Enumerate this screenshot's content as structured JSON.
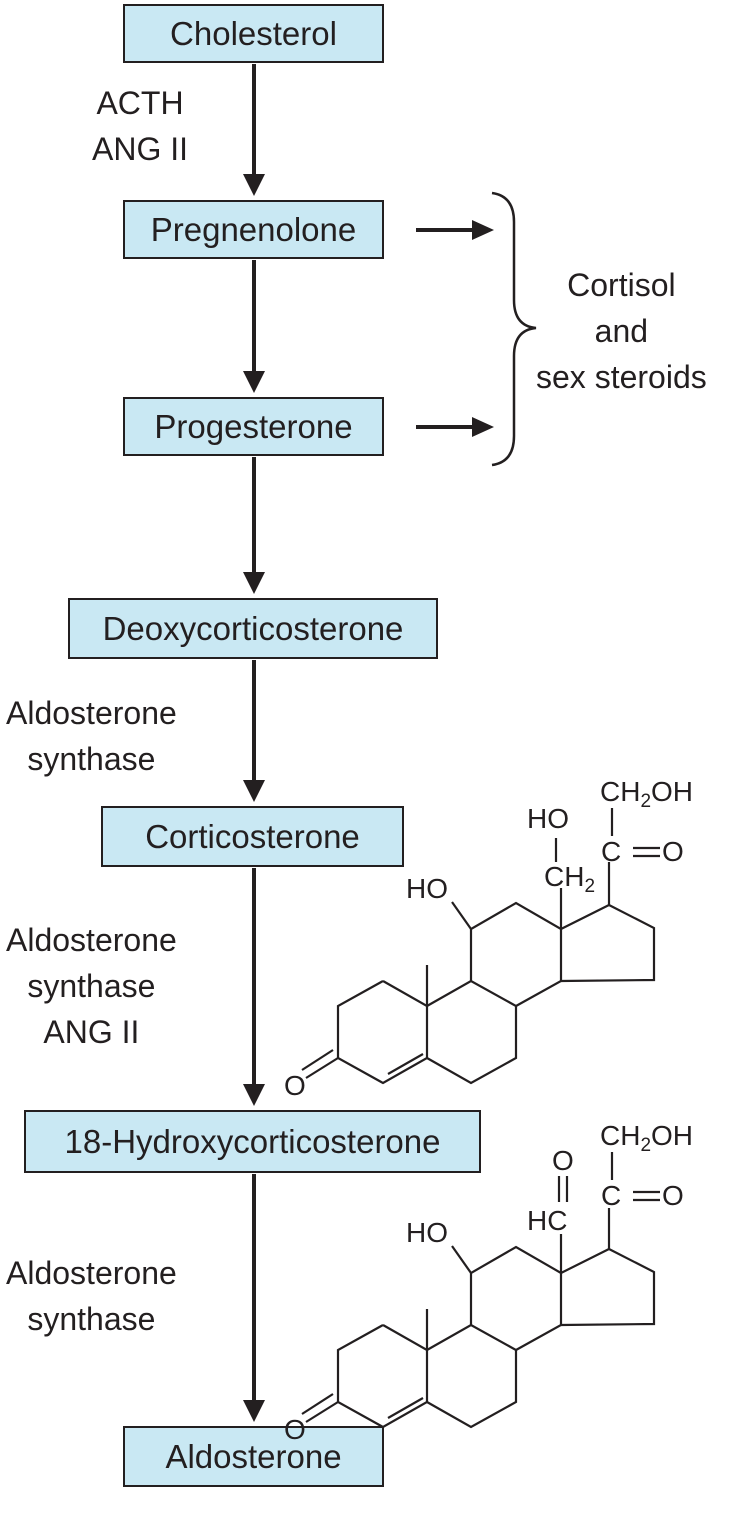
{
  "nodes": {
    "cholesterol": "Cholesterol",
    "pregnenolone": "Pregnenolone",
    "progesterone": "Progesterone",
    "deoxycorticosterone": "Deoxycorticosterone",
    "corticosterone": "Corticosterone",
    "hydroxycorticosterone": "18-Hydroxycorticosterone",
    "aldosterone": "Aldosterone"
  },
  "edge_labels": {
    "cholesterol_to_pregnenolone": [
      "ACTH",
      "ANG II"
    ],
    "deoxy_to_corticosterone": [
      "Aldosterone",
      "synthase"
    ],
    "corticosterone_to_18oh": [
      "Aldosterone",
      "synthase",
      "ANG II"
    ],
    "18oh_to_aldosterone": [
      "Aldosterone",
      "synthase"
    ]
  },
  "side_branch": [
    "Cortisol",
    "and",
    "sex steroids"
  ],
  "structure_1": {
    "group_top_right": "CH",
    "group_top_right_sub": "2",
    "group_top_right_end": "OH",
    "group_top_left": "HO",
    "ketone_c": "C",
    "ketone_o": "O",
    "ch2_c": "CH",
    "ch2_sub": "2",
    "hydroxyl": "HO",
    "ring_ketone": "O"
  },
  "structure_2": {
    "group_top_right": "CH",
    "group_top_right_sub": "2",
    "group_top_right_end": "OH",
    "aldehyde_o": "O",
    "aldehyde_c": "HC",
    "ketone_c": "C",
    "ketone_o": "O",
    "hydroxyl": "HO",
    "ring_ketone": "O"
  },
  "colors": {
    "box_fill": "#c9e8f3",
    "ink": "#231f20"
  }
}
